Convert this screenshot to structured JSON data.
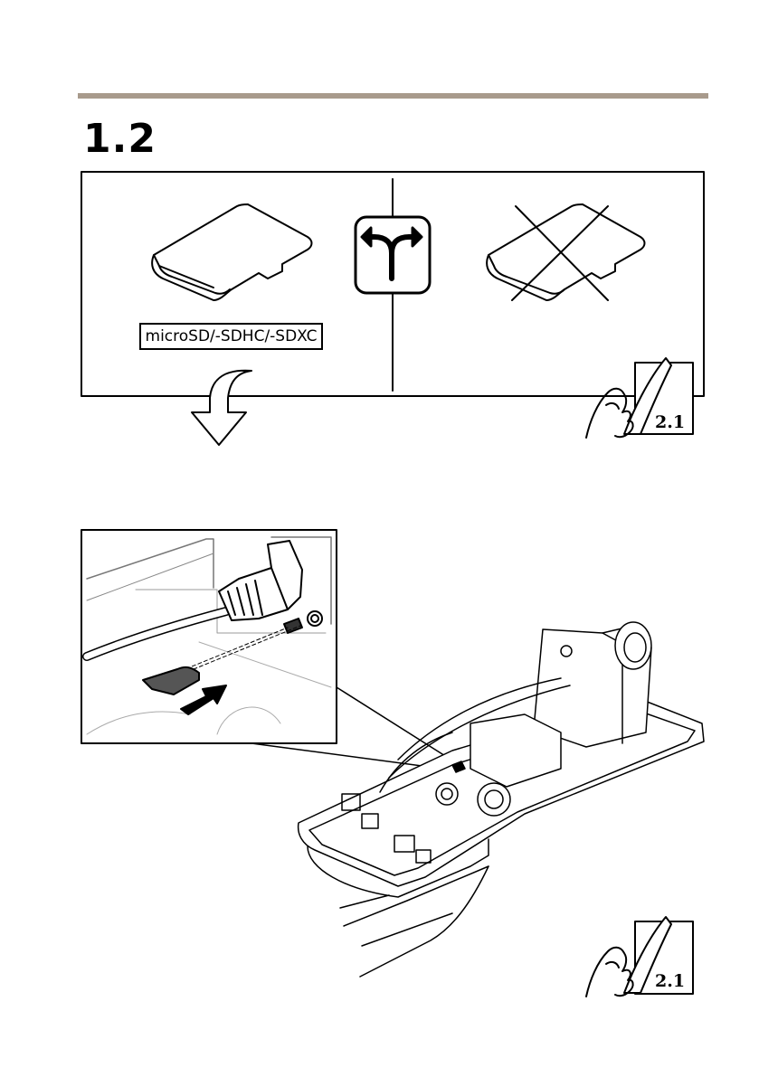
{
  "page": {
    "step_number": "1.2",
    "accent_color": "#a89a8c"
  },
  "card_panel": {
    "supported_label": "microSD/-SDHC/-SDXC",
    "choice_icon": "split-arrows-icon",
    "unsupported_icon": "crossed-card-icon",
    "page_reference": "2.1"
  },
  "install_panel": {
    "page_reference": "2.1",
    "insert_arrow_icon": "insert-arrow-icon"
  }
}
